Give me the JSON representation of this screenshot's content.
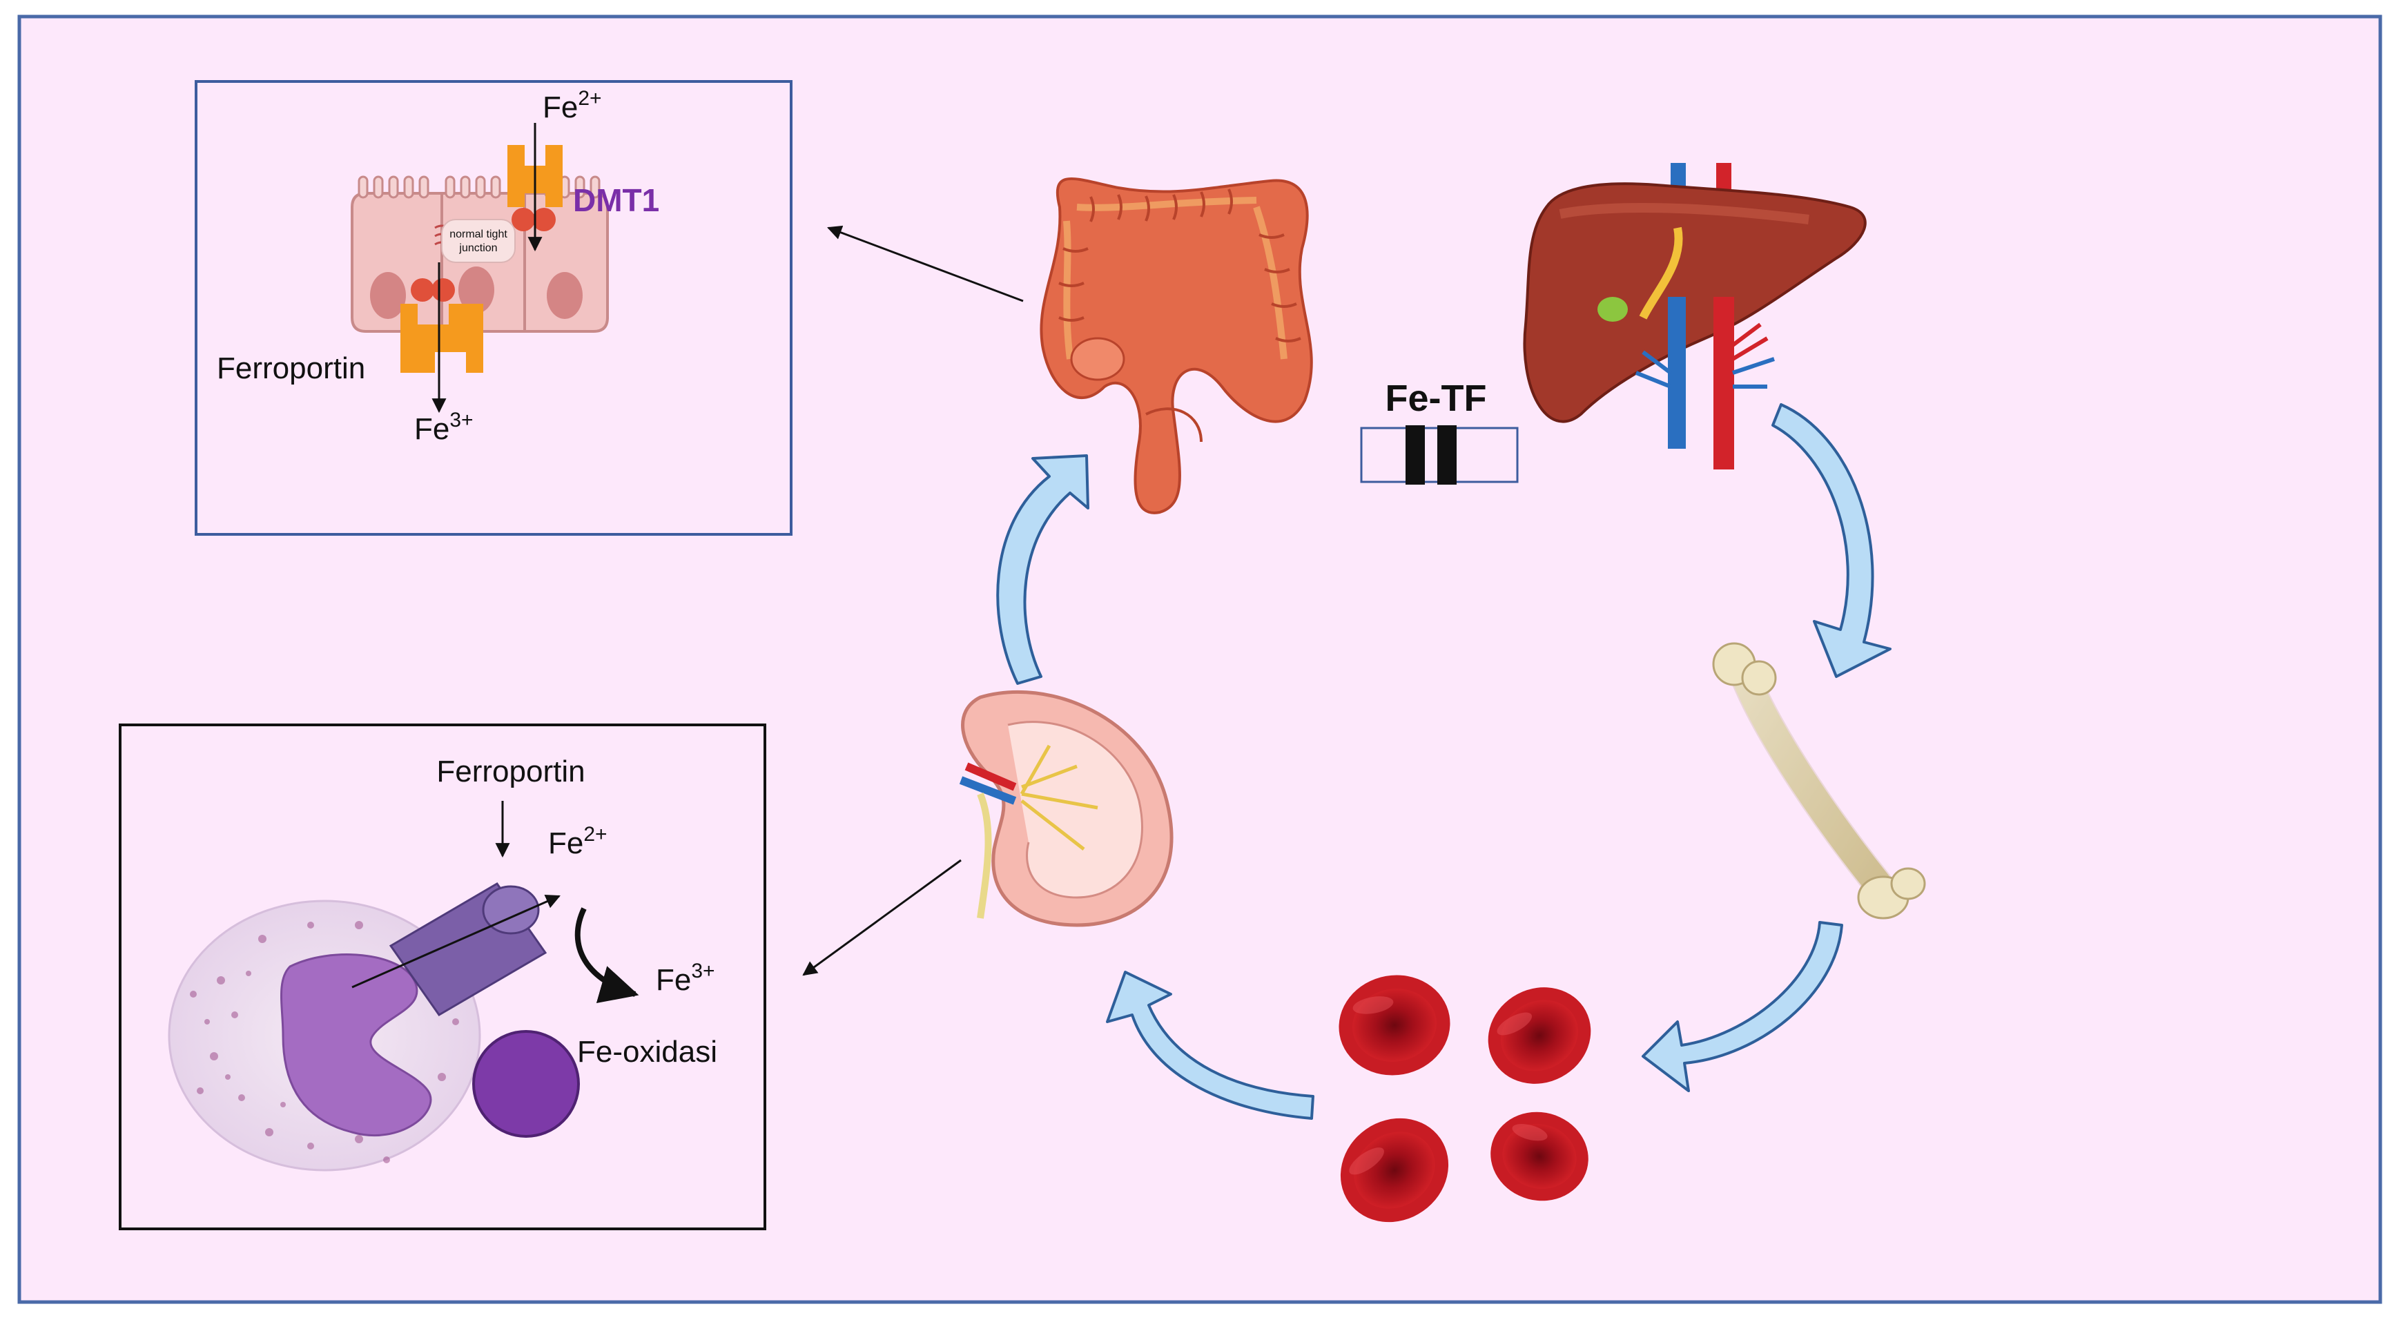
{
  "colors": {
    "background": "#fde8fb",
    "frame": "#4a6aa8",
    "cycle_arrow_fill": "#b9dcf6",
    "cycle_arrow_stroke": "#2e5f9a",
    "dmt1": "#7a2fa8",
    "rbc": "#b3121c",
    "protein": "#f59a1e"
  },
  "intestinal_panel": {
    "fe2_base": "Fe",
    "fe2_charge": "2+",
    "dmt1_label": "DMT1",
    "junction_label_line1": "normal tight",
    "junction_label_line2": "junction",
    "ferroportin_label": "Ferroportin",
    "fe3_base": "Fe",
    "fe3_charge": "3+"
  },
  "transferrin": {
    "label": "Fe-TF"
  },
  "macrophage_panel": {
    "ferroportin_label": "Ferroportin",
    "fe2_base": "Fe",
    "fe2_charge": "2+",
    "fe3_base": "Fe",
    "fe3_charge": "3+",
    "oxidase_label": "Fe-oxidasi"
  },
  "organs": {
    "intestine_icon": "large-intestine-icon",
    "liver_icon": "liver-icon",
    "bone_icon": "femur-bone-icon",
    "rbc_icon": "red-blood-cells-icon",
    "kidney_icon": "kidney-icon"
  }
}
